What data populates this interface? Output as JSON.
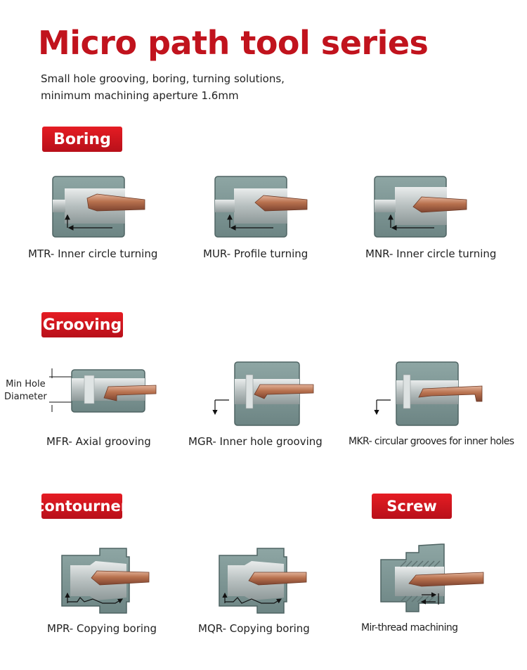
{
  "title": "Micro path tool series",
  "subtitle_line1": "Small hole grooving, boring, turning solutions,",
  "subtitle_line2": "minimum machining aperture 1.6mm",
  "sections": {
    "boring": "Boring",
    "grooving": "Grooving",
    "contourner": "contourner",
    "screw": "Screw"
  },
  "tools": [
    {
      "caption": "MTR- Inner circle turning"
    },
    {
      "caption": "MUR- Profile turning"
    },
    {
      "caption": "MNR- Inner circle turning"
    },
    {
      "caption": "MFR- Axial grooving"
    },
    {
      "caption": "MGR- Inner hole grooving"
    },
    {
      "caption": "MKR- circular grooves for inner holes"
    },
    {
      "caption": "MPR- Copying boring"
    },
    {
      "caption": "MQR- Copying boring"
    },
    {
      "caption": "Mir-thread machining"
    }
  ],
  "min_hole_label_line1": "Min Hole",
  "min_hole_label_line2": "Diameter",
  "colors": {
    "title": "#c1131d",
    "section_badge": "#d4161f",
    "workpiece": "#7f9896",
    "bore": "#c9cfcf",
    "tool": "#b5714f"
  }
}
